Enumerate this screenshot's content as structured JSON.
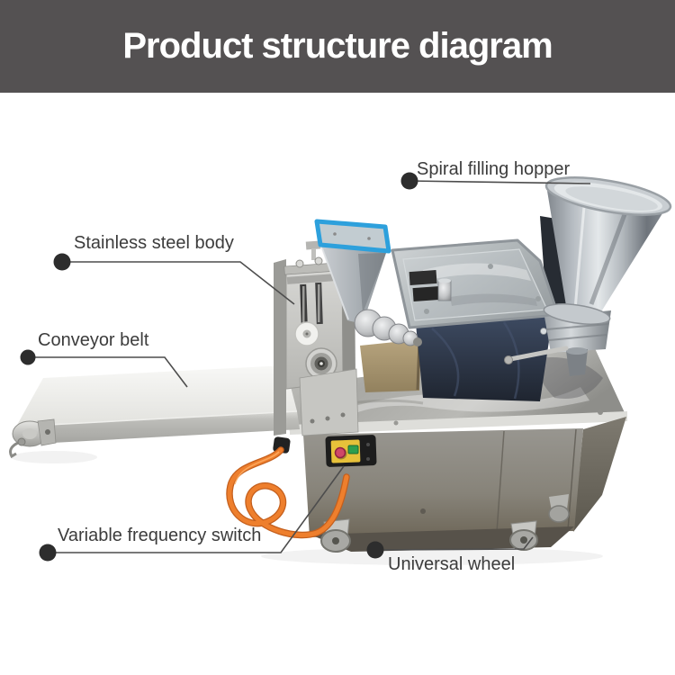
{
  "title": {
    "text": "Product structure diagram"
  },
  "diagram": {
    "labels": [
      {
        "id": "spiral-filling-hopper",
        "text": "Spiral filling hopper"
      },
      {
        "id": "stainless-steel-body",
        "text": "Stainless steel body"
      },
      {
        "id": "conveyor-belt",
        "text": "Conveyor belt"
      },
      {
        "id": "variable-frequency-switch",
        "text": "Variable frequency switch"
      },
      {
        "id": "universal-wheel",
        "text": "Universal wheel"
      }
    ],
    "machine": "dumpling making machine",
    "parts_depicted": [
      "spiral filling hopper (steel cone funnel)",
      "stainless steel body (forming head with dial)",
      "conveyor belt (white outfeed belt)",
      "variable frequency switch (red/green buttons on yellow plate)",
      "universal wheels (casters)",
      "blue dough hopper",
      "stainless tray",
      "orange power cable"
    ]
  },
  "colors": {
    "banner_bg": "#545152",
    "title_color": "#ffffff",
    "label_color": "#3c3c3c",
    "leader_color": "#4d4d4d",
    "accent_blue": "#2da0dc",
    "cable_orange": "#ee7f2d",
    "switch_red": "#cf4868",
    "switch_green": "#2e9e4f",
    "background": "#ffffff"
  }
}
